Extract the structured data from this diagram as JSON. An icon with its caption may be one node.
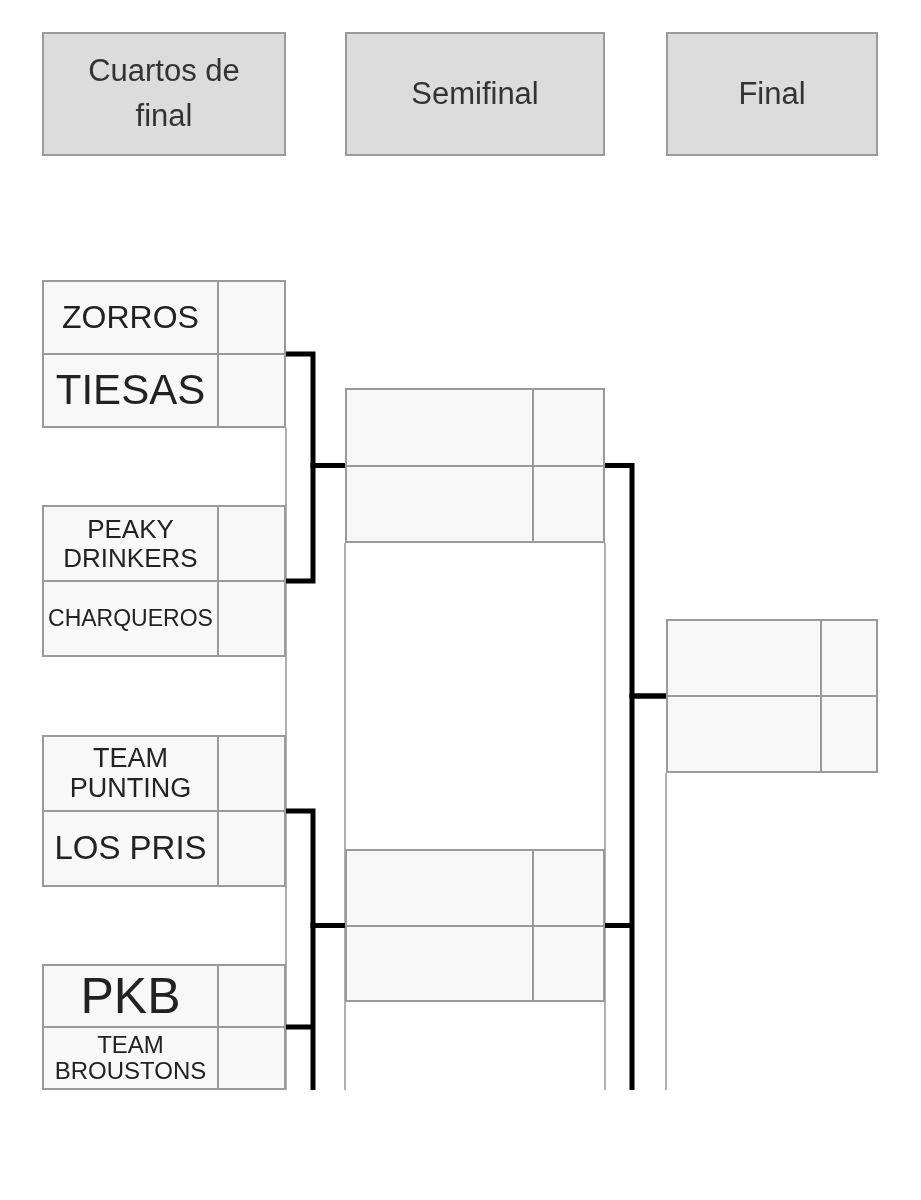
{
  "diagram": {
    "nodes": [
      {
        "text": [
          "Cuartos de final"
        ]
      },
      {
        "text": [
          "Semifinal"
        ]
      },
      {
        "text": [
          "Final"
        ]
      },
      {
        "text": [
          "ZORROS",
          "TIESAS"
        ]
      },
      {
        "text": [
          "PEAKY DRINKERS",
          "CHARQUEROS"
        ]
      },
      {
        "text": [
          "TEAM PUNTING",
          "LOS PRIS"
        ]
      },
      {
        "text": [
          "PKB",
          "TEAM BROUSTONS"
        ]
      },
      {
        "text": [],
        "shape": "box"
      },
      {
        "text": [],
        "shape": "box"
      },
      {
        "text": [],
        "shape": "box"
      }
    ],
    "edges": [
      {
        "from": 3,
        "to": 7,
        "arrow": "none"
      },
      {
        "from": 4,
        "to": 7,
        "arrow": "none"
      },
      {
        "from": 5,
        "to": 8,
        "arrow": "none"
      },
      {
        "from": 6,
        "to": 8,
        "arrow": "none"
      },
      {
        "from": 7,
        "to": 9,
        "arrow": "none"
      },
      {
        "from": 8,
        "to": 9,
        "arrow": "none"
      }
    ]
  }
}
